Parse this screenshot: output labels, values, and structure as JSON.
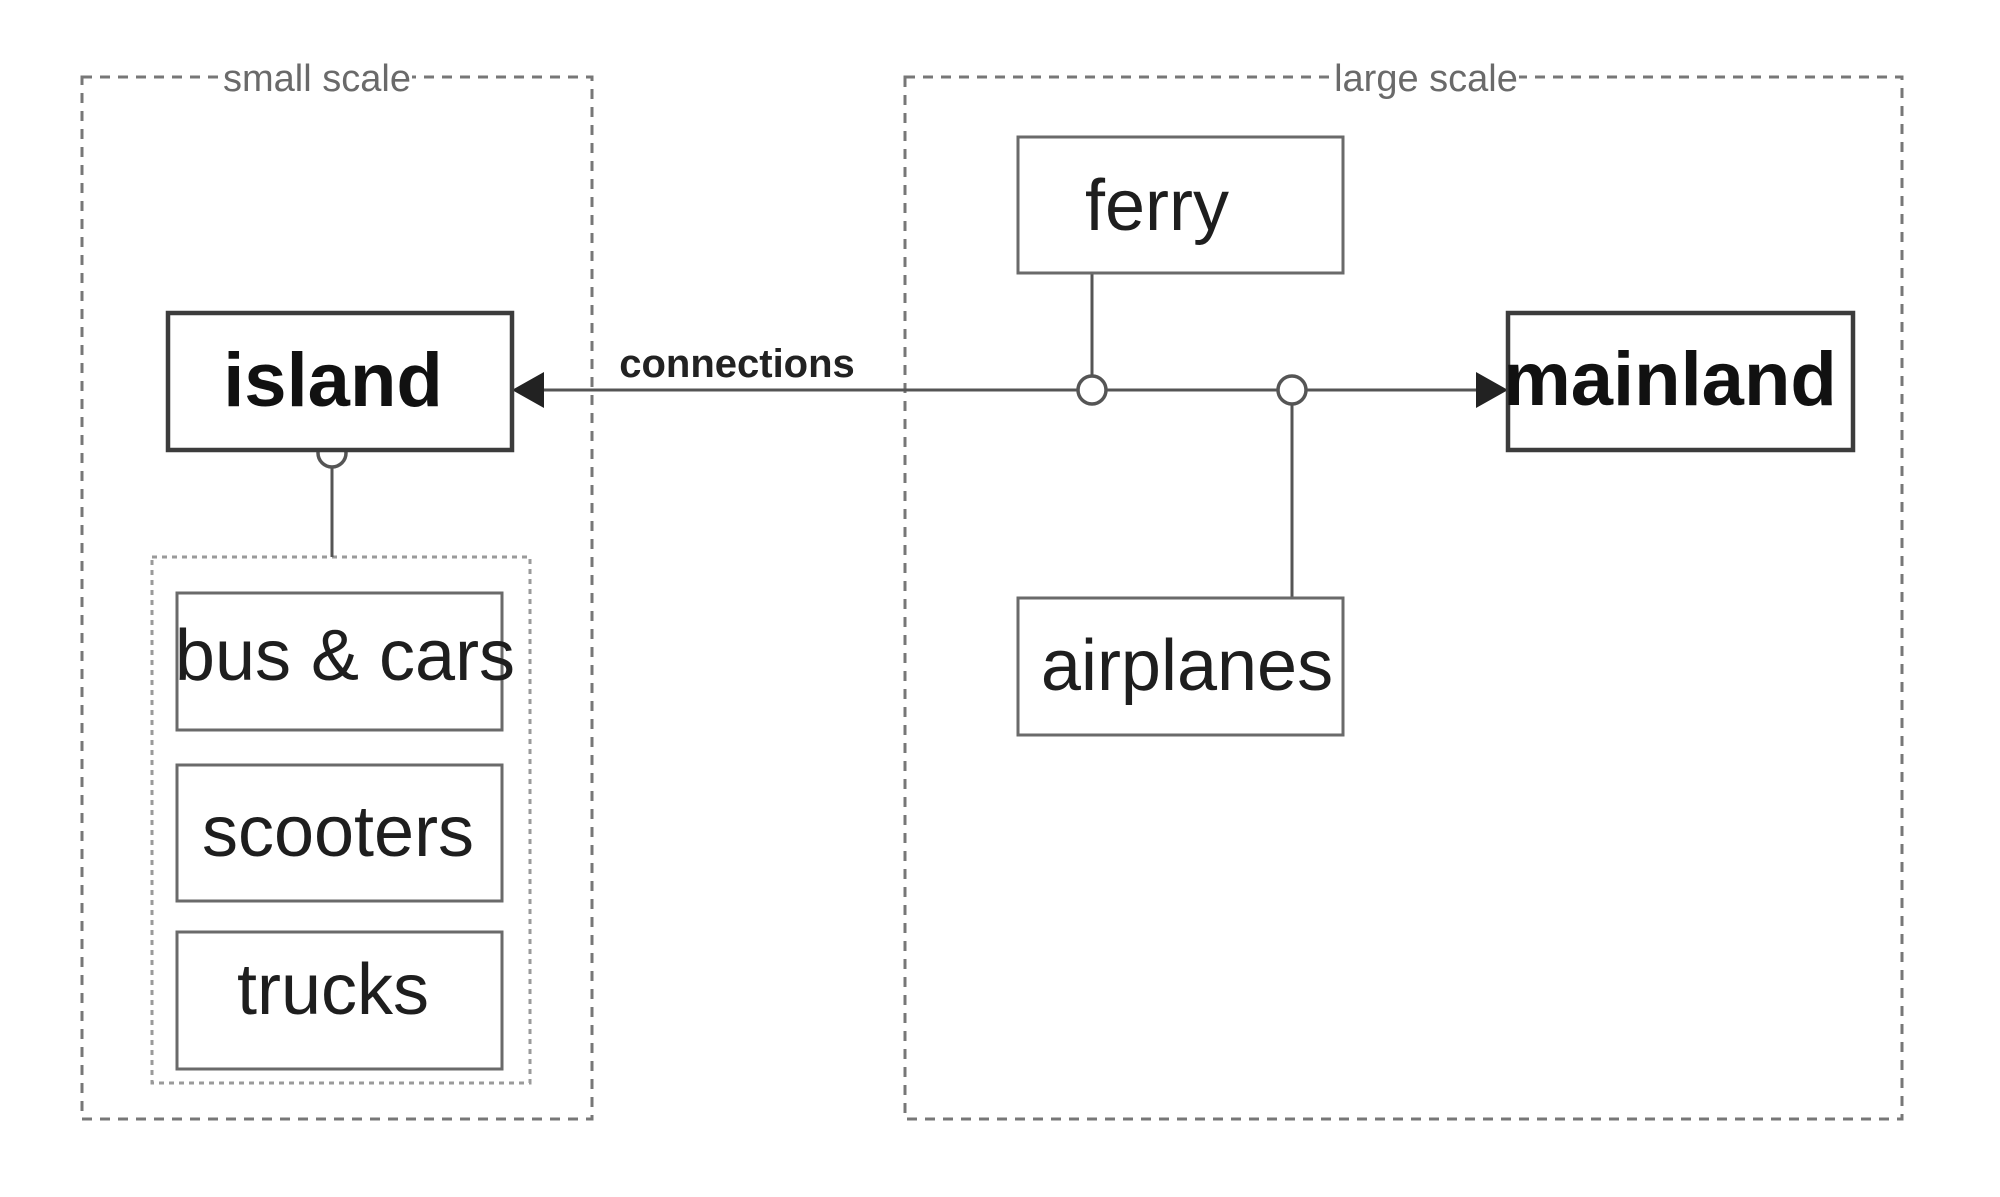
{
  "scopes": {
    "small": "small scale",
    "large": "large scale"
  },
  "nodes": {
    "island": "island",
    "mainland": "mainland",
    "ferry": "ferry",
    "airplanes": "airplanes",
    "bus_cars": "bus & cars",
    "scooters": "scooters",
    "trucks": "trucks"
  },
  "edge_label": "connections"
}
